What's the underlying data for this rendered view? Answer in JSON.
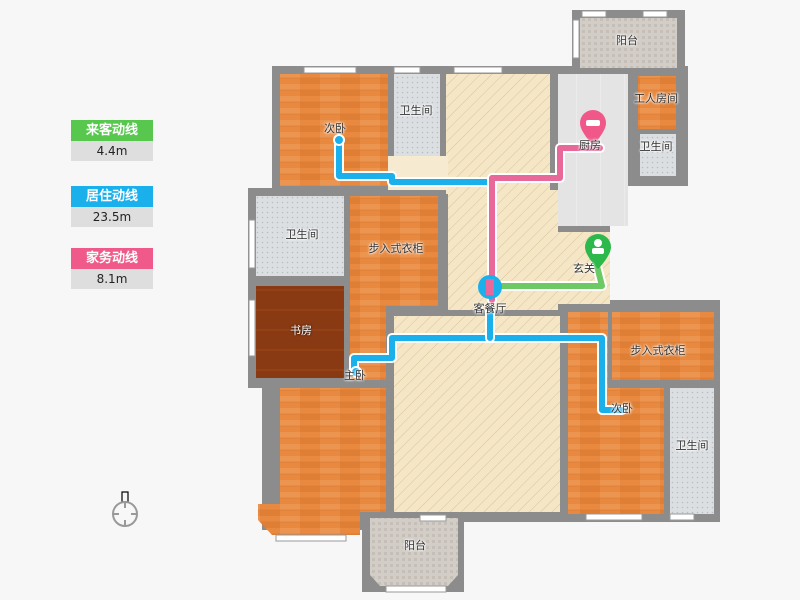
{
  "legend": [
    {
      "title": "来客动线",
      "value": "4.4m",
      "color": "#57c84d"
    },
    {
      "title": "居住动线",
      "value": "23.5m",
      "color": "#1ab0ec"
    },
    {
      "title": "家务动线",
      "value": "8.1m",
      "color": "#f05a8a"
    }
  ],
  "rooms": {
    "bedroom_nw": "次卧",
    "bath_n": "卫生间",
    "balcony_n": "阳台",
    "servant_room": "工人房间",
    "kitchen": "厨房",
    "bath_ne": "卫生间",
    "bath_w": "卫生间",
    "closet_w": "步入式衣柜",
    "study": "书房",
    "foyer": "玄关",
    "living_dining": "客餐厅",
    "master_bedroom": "主卧",
    "closet_e": "步入式衣柜",
    "bedroom_se": "次卧",
    "bath_se": "卫生间",
    "balcony_s": "阳台"
  },
  "colors": {
    "wall": "#8c8c8c",
    "wood": "#e6883f",
    "dark_wood": "#8a3a12",
    "tile": "#d9dcdf",
    "living": "#f5e6c6",
    "kitchen": "#e3e3e3",
    "balcony": "#cfc9c3"
  }
}
